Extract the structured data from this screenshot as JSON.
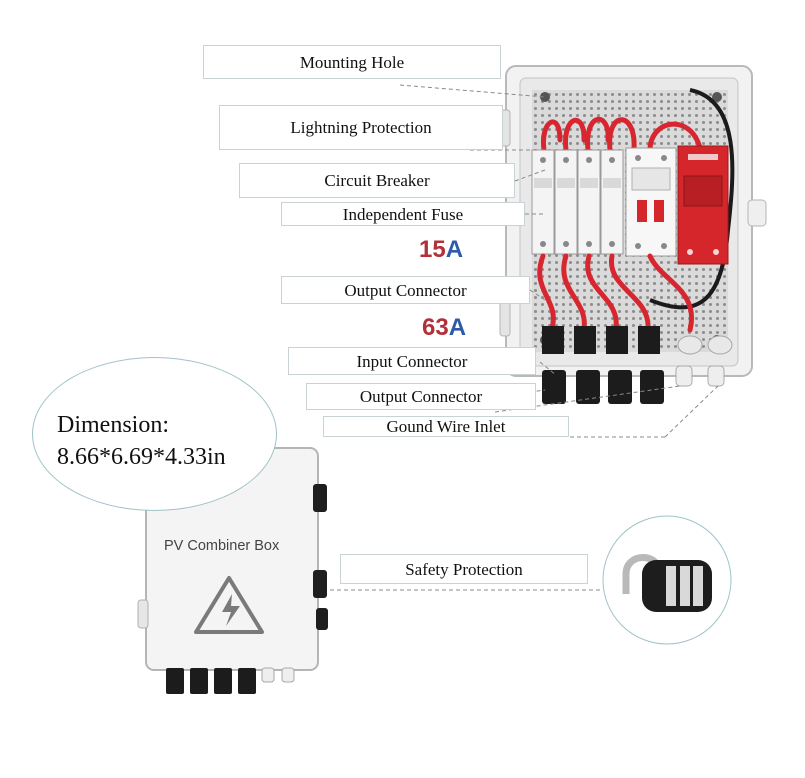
{
  "labels": {
    "mounting_hole": "Mounting Hole",
    "lightning_protection": "Lightning Protection",
    "circuit_breaker": "Circuit Breaker",
    "independent_fuse": "Independent Fuse",
    "output_connector_top": "Output Connector",
    "input_connector": "Input Connector",
    "output_connector_bottom": "Output Connector",
    "ground_wire_inlet": "Gound Wire Inlet",
    "safety_protection": "Safety Protection"
  },
  "ratings": {
    "fuse": {
      "number": "15",
      "unit": "A"
    },
    "breaker": {
      "number": "63",
      "unit": "A"
    }
  },
  "dimension": {
    "title": "Dimension:",
    "value": "8.66*6.69*4.33in"
  },
  "product": {
    "box_title": "PV Combiner Box"
  },
  "colors": {
    "wire_red": "#d7262f",
    "breaker_red": "#d4262b",
    "label_border": "#c9d3d6",
    "ellipse_border": "#9fc3c7",
    "rating_number": "#b1303a",
    "rating_unit": "#2f5aa8",
    "warning_gray": "#7a7a7a"
  }
}
